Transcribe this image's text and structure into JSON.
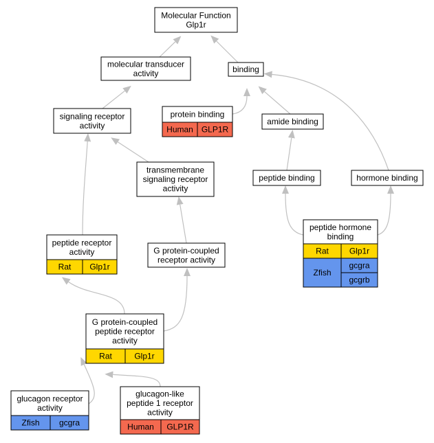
{
  "colors": {
    "edge": "#c0c0c0",
    "box_border": "#000000",
    "box_fill": "#ffffff",
    "rat": "#ffd700",
    "human": "#f4694f",
    "zfish": "#6495ed"
  },
  "nodes": {
    "root": {
      "lines": [
        "Molecular Function",
        "Glp1r"
      ]
    },
    "transducer": {
      "lines": [
        "molecular transducer",
        "activity"
      ]
    },
    "binding": {
      "lines": [
        "binding"
      ]
    },
    "signaling": {
      "lines": [
        "signaling receptor",
        "activity"
      ]
    },
    "protein_binding": {
      "lines": [
        "protein binding"
      ],
      "rows": [
        {
          "species": "Human",
          "genes": [
            "GLP1R"
          ]
        }
      ]
    },
    "amide": {
      "lines": [
        "amide binding"
      ]
    },
    "transmembrane": {
      "lines": [
        "transmembrane",
        "signaling receptor",
        "activity"
      ]
    },
    "peptide_binding": {
      "lines": [
        "peptide binding"
      ]
    },
    "hormone_binding": {
      "lines": [
        "hormone binding"
      ]
    },
    "peptide_hormone": {
      "lines": [
        "peptide hormone",
        "binding"
      ],
      "rows": [
        {
          "species": "Rat",
          "genes": [
            "Glp1r"
          ]
        },
        {
          "species": "Zfish",
          "genes": [
            "gcgra",
            "gcgrb"
          ]
        }
      ]
    },
    "peptide_receptor": {
      "lines": [
        "peptide receptor",
        "activity"
      ],
      "rows": [
        {
          "species": "Rat",
          "genes": [
            "Glp1r"
          ]
        }
      ]
    },
    "gpcr": {
      "lines": [
        "G protein-coupled",
        "receptor activity"
      ]
    },
    "gpcr_peptide": {
      "lines": [
        "G protein-coupled",
        "peptide receptor",
        "activity"
      ],
      "rows": [
        {
          "species": "Rat",
          "genes": [
            "Glp1r"
          ]
        }
      ]
    },
    "glucagon": {
      "lines": [
        "glucagon receptor",
        "activity"
      ],
      "rows": [
        {
          "species": "Zfish",
          "genes": [
            "gcgra"
          ]
        }
      ]
    },
    "glp1": {
      "lines": [
        "glucagon-like",
        "peptide 1 receptor",
        "activity"
      ],
      "rows": [
        {
          "species": "Human",
          "genes": [
            "GLP1R"
          ]
        }
      ]
    }
  }
}
